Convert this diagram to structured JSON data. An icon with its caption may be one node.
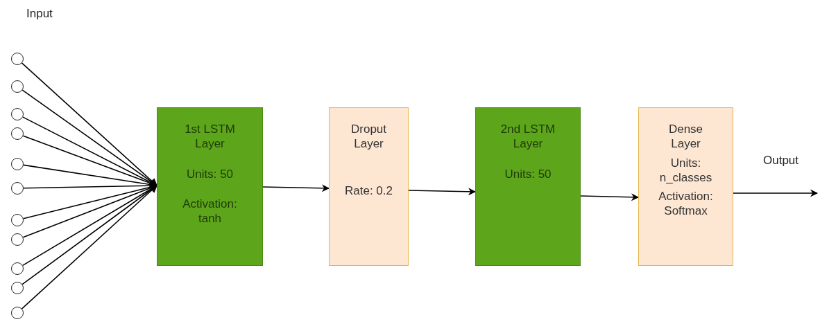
{
  "diagram": {
    "nodes": [
      {
        "text": [],
        "shape": "circle"
      },
      {
        "text": [],
        "shape": "circle"
      },
      {
        "text": [],
        "shape": "circle"
      },
      {
        "text": [],
        "shape": "circle"
      },
      {
        "text": [],
        "shape": "circle"
      },
      {
        "text": [],
        "shape": "circle"
      },
      {
        "text": [],
        "shape": "circle"
      },
      {
        "text": [],
        "shape": "circle"
      },
      {
        "text": [],
        "shape": "circle"
      },
      {
        "text": [],
        "shape": "circle"
      },
      {
        "text": [],
        "shape": "circle"
      },
      {
        "text": [
          "1st LSTM Layer",
          "Units: 50",
          "Activation: tanh"
        ]
      },
      {
        "text": [
          "Droput Layer",
          "Rate: 0.2"
        ]
      },
      {
        "text": [
          "2nd LSTM Layer",
          "Units: 50"
        ]
      },
      {
        "text": [
          "Dense Layer",
          "Units: n_classes",
          "Activation: Softmax"
        ]
      }
    ],
    "edges": [
      {
        "from": 0,
        "to": 11,
        "arrow": "to"
      },
      {
        "from": 1,
        "to": 11,
        "arrow": "to"
      },
      {
        "from": 2,
        "to": 11,
        "arrow": "to"
      },
      {
        "from": 3,
        "to": 11,
        "arrow": "to"
      },
      {
        "from": 4,
        "to": 11,
        "arrow": "to"
      },
      {
        "from": 5,
        "to": 11,
        "arrow": "to"
      },
      {
        "from": 6,
        "to": 11,
        "arrow": "to"
      },
      {
        "from": 7,
        "to": 11,
        "arrow": "to"
      },
      {
        "from": 8,
        "to": 11,
        "arrow": "to"
      },
      {
        "from": 9,
        "to": 11,
        "arrow": "to"
      },
      {
        "from": 10,
        "to": 11,
        "arrow": "to"
      },
      {
        "from": 11,
        "to": 12,
        "arrow": "to"
      },
      {
        "from": 12,
        "to": 13,
        "arrow": "to"
      },
      {
        "from": 13,
        "to": 14,
        "arrow": "to"
      },
      {
        "from": 14,
        "to": null,
        "arrow": "to",
        "label": "Output"
      }
    ],
    "labels": [
      "Input"
    ]
  }
}
